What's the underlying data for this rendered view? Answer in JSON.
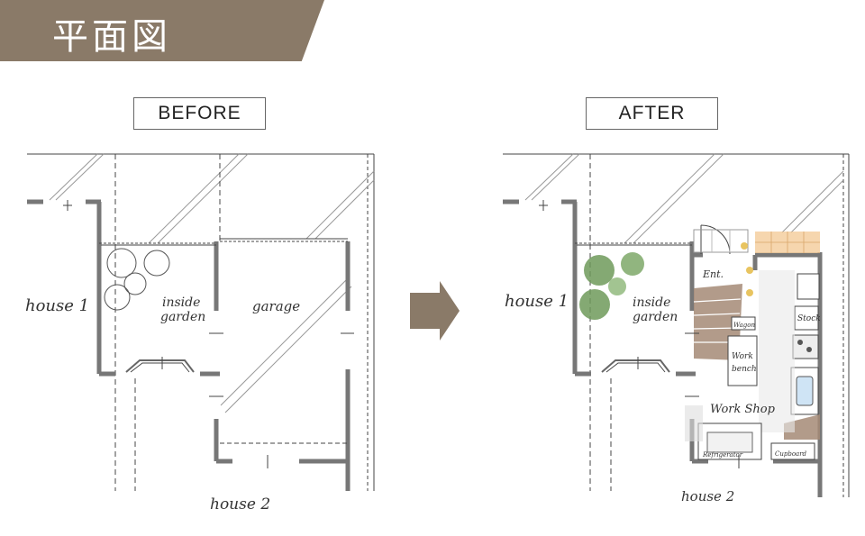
{
  "title": "平面図",
  "before": {
    "label": "BEFORE",
    "rooms": {
      "house1": "house 1",
      "inside_garden_1": "inside",
      "inside_garden_2": "garden",
      "garage": "garage",
      "house2": "house 2"
    }
  },
  "after": {
    "label": "AFTER",
    "rooms": {
      "house1": "house 1",
      "inside_garden_1": "inside",
      "inside_garden_2": "garden",
      "house2": "house 2",
      "ent": "Ent.",
      "wagon": "Wagon",
      "workbench_1": "Work",
      "workbench_2": "bench",
      "stock": "Stock",
      "workshop": "Work Shop",
      "refrigerator": "Refrigerator",
      "cupboard": "Cupboard"
    }
  },
  "colors": {
    "banner": "#8a7a68",
    "arrow": "#8a7a68",
    "wall": "#777777",
    "stair": "#a58a76",
    "tree": "#6f9a5a",
    "tile": "#f2c48c"
  }
}
